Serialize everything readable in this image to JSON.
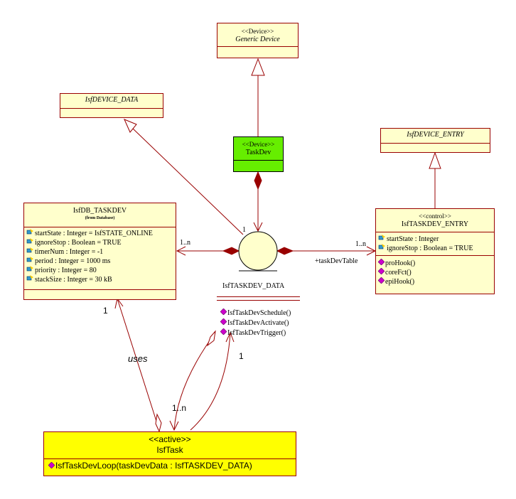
{
  "generic_device": {
    "stereotype": "<<Device>>",
    "name": "Generic Device"
  },
  "isf_device_data": {
    "name": "IsfDEVICE_DATA"
  },
  "isf_device_entry": {
    "name": "IsfDEVICE_ENTRY"
  },
  "taskdev": {
    "stereotype": "<<Device>>",
    "name": "TaskDev"
  },
  "isfdb_taskdev": {
    "name": "IsfDB_TASKDEV",
    "subtitle": "(from Database)",
    "attributes": [
      "startState : Integer = IsfSTATE_ONLINE",
      "ignoreStop : Boolean = TRUE",
      "timerNum : Integer = -1",
      "period : Integer = 1000 ms",
      "priority : Integer = 80",
      "stackSize : Integer = 30 kB"
    ]
  },
  "isftaskdev_entry": {
    "stereotype": "<<control>>",
    "name": "IsfTASKDEV_ENTRY",
    "attributes": [
      "startState : Integer",
      "ignoreStop : Boolean = TRUE"
    ],
    "operations": [
      "proHook()",
      "coreFct()",
      "epiHook()"
    ]
  },
  "isftaskdev_data": {
    "name": "IsfTASKDEV_DATA",
    "operations": [
      "IsfTaskDevSchedule()",
      "IsfTaskDevActivate()",
      "IsfTaskDevTrigger()"
    ]
  },
  "isftask": {
    "stereotype": "<<active>>",
    "name": "IsfTask",
    "operations": [
      "IsfTaskDevLoop(taskDevData : IsfTASKDEV_DATA)"
    ]
  },
  "labels": {
    "mult_1_top": "1",
    "mult_1n_left": "1..n",
    "mult_1n_right": "1..n",
    "role_taskdevtable": "+taskDevTable",
    "mult_1_db": "1",
    "uses": "uses",
    "mult_1n_task": "1..n",
    "mult_1_trigger": "1"
  },
  "colors": {
    "class_fill": "#ffffcc",
    "class_border": "#990000",
    "device_fill": "#66ee00",
    "active_fill": "#ffff00",
    "line": "#990000",
    "attr_icon": "#3399cc",
    "op_icon": "#cc00cc"
  }
}
